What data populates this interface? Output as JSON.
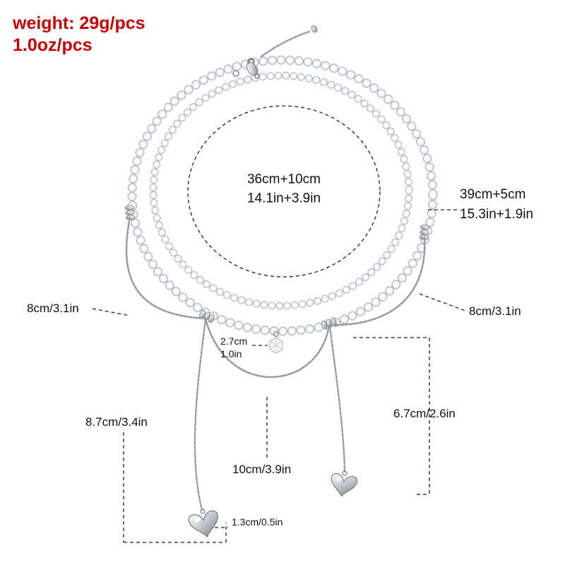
{
  "product": {
    "type_note": "beaded necklace measurement diagram"
  },
  "weight": {
    "line1": "weight: 29g/pcs",
    "line2": "1.0oz/pcs"
  },
  "labels": {
    "inner_length_line1": "36cm+10cm",
    "inner_length_line2": "14.1in+3.9in",
    "outer_length_line1": "39cm+5cm",
    "outer_length_line2": "15.3in+1.9in",
    "left_drop": "8cm/3.1in",
    "right_drop": "8cm/3.1in",
    "pendant_line1": "2.7cm",
    "pendant_line2": "1.0in",
    "left_tassel": "8.7cm/3.4in",
    "center_drop": "10cm/3.9in",
    "right_tassel": "6.7cm/2.6in",
    "heart": "1.3cm/0.5in"
  },
  "colors": {
    "accent_red": "#c80000",
    "annotation_text": "#111111",
    "dashed_line": "#222222",
    "bead_outline": "#b6bcc2",
    "bead_fill": "#f5f8fa",
    "metal": "#9aa1a7"
  }
}
